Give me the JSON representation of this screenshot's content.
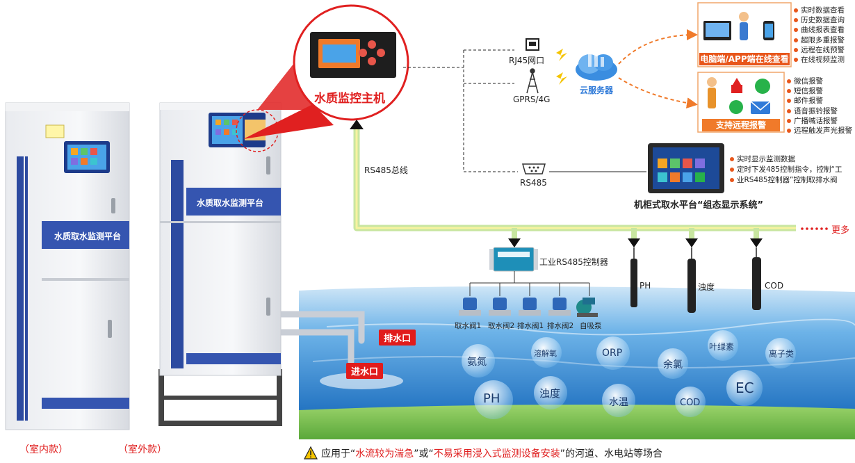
{
  "host": {
    "title": "水质监控主机"
  },
  "network": {
    "rj45": "RJ45网口",
    "gprs": "GPRS/4G",
    "cloud": "云服务器",
    "rs485_bus": "RS485总线",
    "rs485": "RS485"
  },
  "online_view": {
    "banner": "电脑端/APP端在线查看",
    "items": [
      "实时数据查看",
      "历史数据查询",
      "曲线报表查看",
      "超限多重报警",
      "远程在线预警",
      "在线视频监测"
    ]
  },
  "remote_alarm": {
    "banner": "支持远程报警",
    "items": [
      "微信报警",
      "短信报警",
      "邮件报警",
      "语音振铃报警",
      "广播喊话报警",
      "远程触发声光报警"
    ]
  },
  "display_system": {
    "caption": "机柜式取水平台“组态显示系统”",
    "items": [
      "实时显示监测数据",
      "定时下发485控制指令，控制“工",
      "业RS485控制器”控制取排水阀"
    ]
  },
  "controller": {
    "label": "工业RS485控制器",
    "devices": [
      "取水阀1",
      "取水阀2",
      "排水阀1",
      "排水阀2",
      "自吸泵"
    ]
  },
  "sensors": [
    "PH",
    "浊度",
    "COD"
  ],
  "more": "更多",
  "cabinets": {
    "indoor_title": "水质取水监测平台",
    "outdoor_title": "水质取水监测平台",
    "indoor_label": "（室内款）",
    "outdoor_label": "（室外款）"
  },
  "outlets": {
    "drain": "排水口",
    "intake": "进水口"
  },
  "parameters": [
    "氨氮",
    "溶解氧",
    "ORP",
    "余氯",
    "叶绿素",
    "离子类",
    "PH",
    "浊度",
    "水温",
    "COD",
    "EC"
  ],
  "footer": {
    "prefix": "应用于",
    "q1_open": "“",
    "highlight1": "水流较为湍急",
    "q1_close": "”",
    "middle": "或",
    "q2_open": "“",
    "highlight2": "不易采用浸入式监测设备安装",
    "q2_close": "”",
    "suffix": "的河道、水电站等场合"
  },
  "colors": {
    "accent_red": "#e02020",
    "orange": "#f07a2a",
    "bus_green": "#c8e6a0",
    "cabinet_blue": "#2c4aa0",
    "water": "#3c8fd6"
  }
}
